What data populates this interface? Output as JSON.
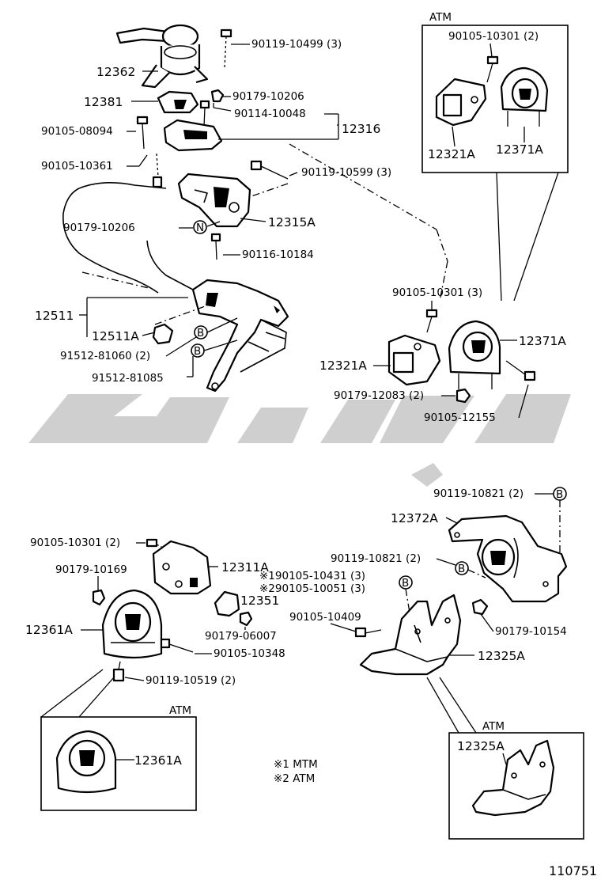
{
  "labels": {
    "atm_top": "ATM",
    "p90105_10301_2_top": "90105-10301 (2)",
    "p12321A_top": "12321A",
    "p12371A_top": "12371A",
    "p90119_10499": "90119-10499 (3)",
    "p12362": "12362",
    "p12381": "12381",
    "p90179_10206_a": "90179-10206",
    "p90114_10048": "90114-10048",
    "p12316": "12316",
    "p90105_08094": "90105-08094",
    "p90105_10361": "90105-10361",
    "p90119_10599": "90119-10599 (3)",
    "p90179_10206_b": "90179-10206",
    "n_marker": "N",
    "p12315A": "12315A",
    "p90116_10184": "90116-10184",
    "p12511": "12511",
    "p12511A": "12511A",
    "p91512_81060": "91512-81060 (2)",
    "p91512_81085": "91512-81085",
    "b_marker": "B",
    "p90105_10301_3": "90105-10301 (3)",
    "p12371A_mid": "12371A",
    "p12321A_mid": "12321A",
    "p90179_12083": "90179-12083 (2)",
    "p90105_12155": "90105-12155",
    "p90119_10821_a": "90119-10821 (2)",
    "p12372A": "12372A",
    "p90119_10821_b": "90119-10821 (2)",
    "p90105_10301_2_low": "90105-10301 (2)",
    "p12311A": "12311A",
    "p90179_10169": "90179-10169",
    "p90105_10431": "※190105-10431 (3)",
    "p90105_10051": "※290105-10051 (3)",
    "p12351": "12351",
    "p12361A": "12361A",
    "p90179_06007": "90179-06007",
    "p90105_10409": "90105-10409",
    "p90179_10154": "90179-10154",
    "p90105_10348": "90105-10348",
    "p12325A": "12325A",
    "p90119_10519": "90119-10519 (2)",
    "atm_left": "ATM",
    "p12361A_box": "12361A",
    "note1": "※1  MTM",
    "note2": "※2  ATM",
    "atm_right": "ATM",
    "p12325A_box": "12325A",
    "figure_no": "110751"
  },
  "colors": {
    "ink": "#000000",
    "watermark": "#cfcfcf",
    "background": "#ffffff"
  },
  "icons": {
    "watermark": "arabic-logotype-watermark"
  }
}
